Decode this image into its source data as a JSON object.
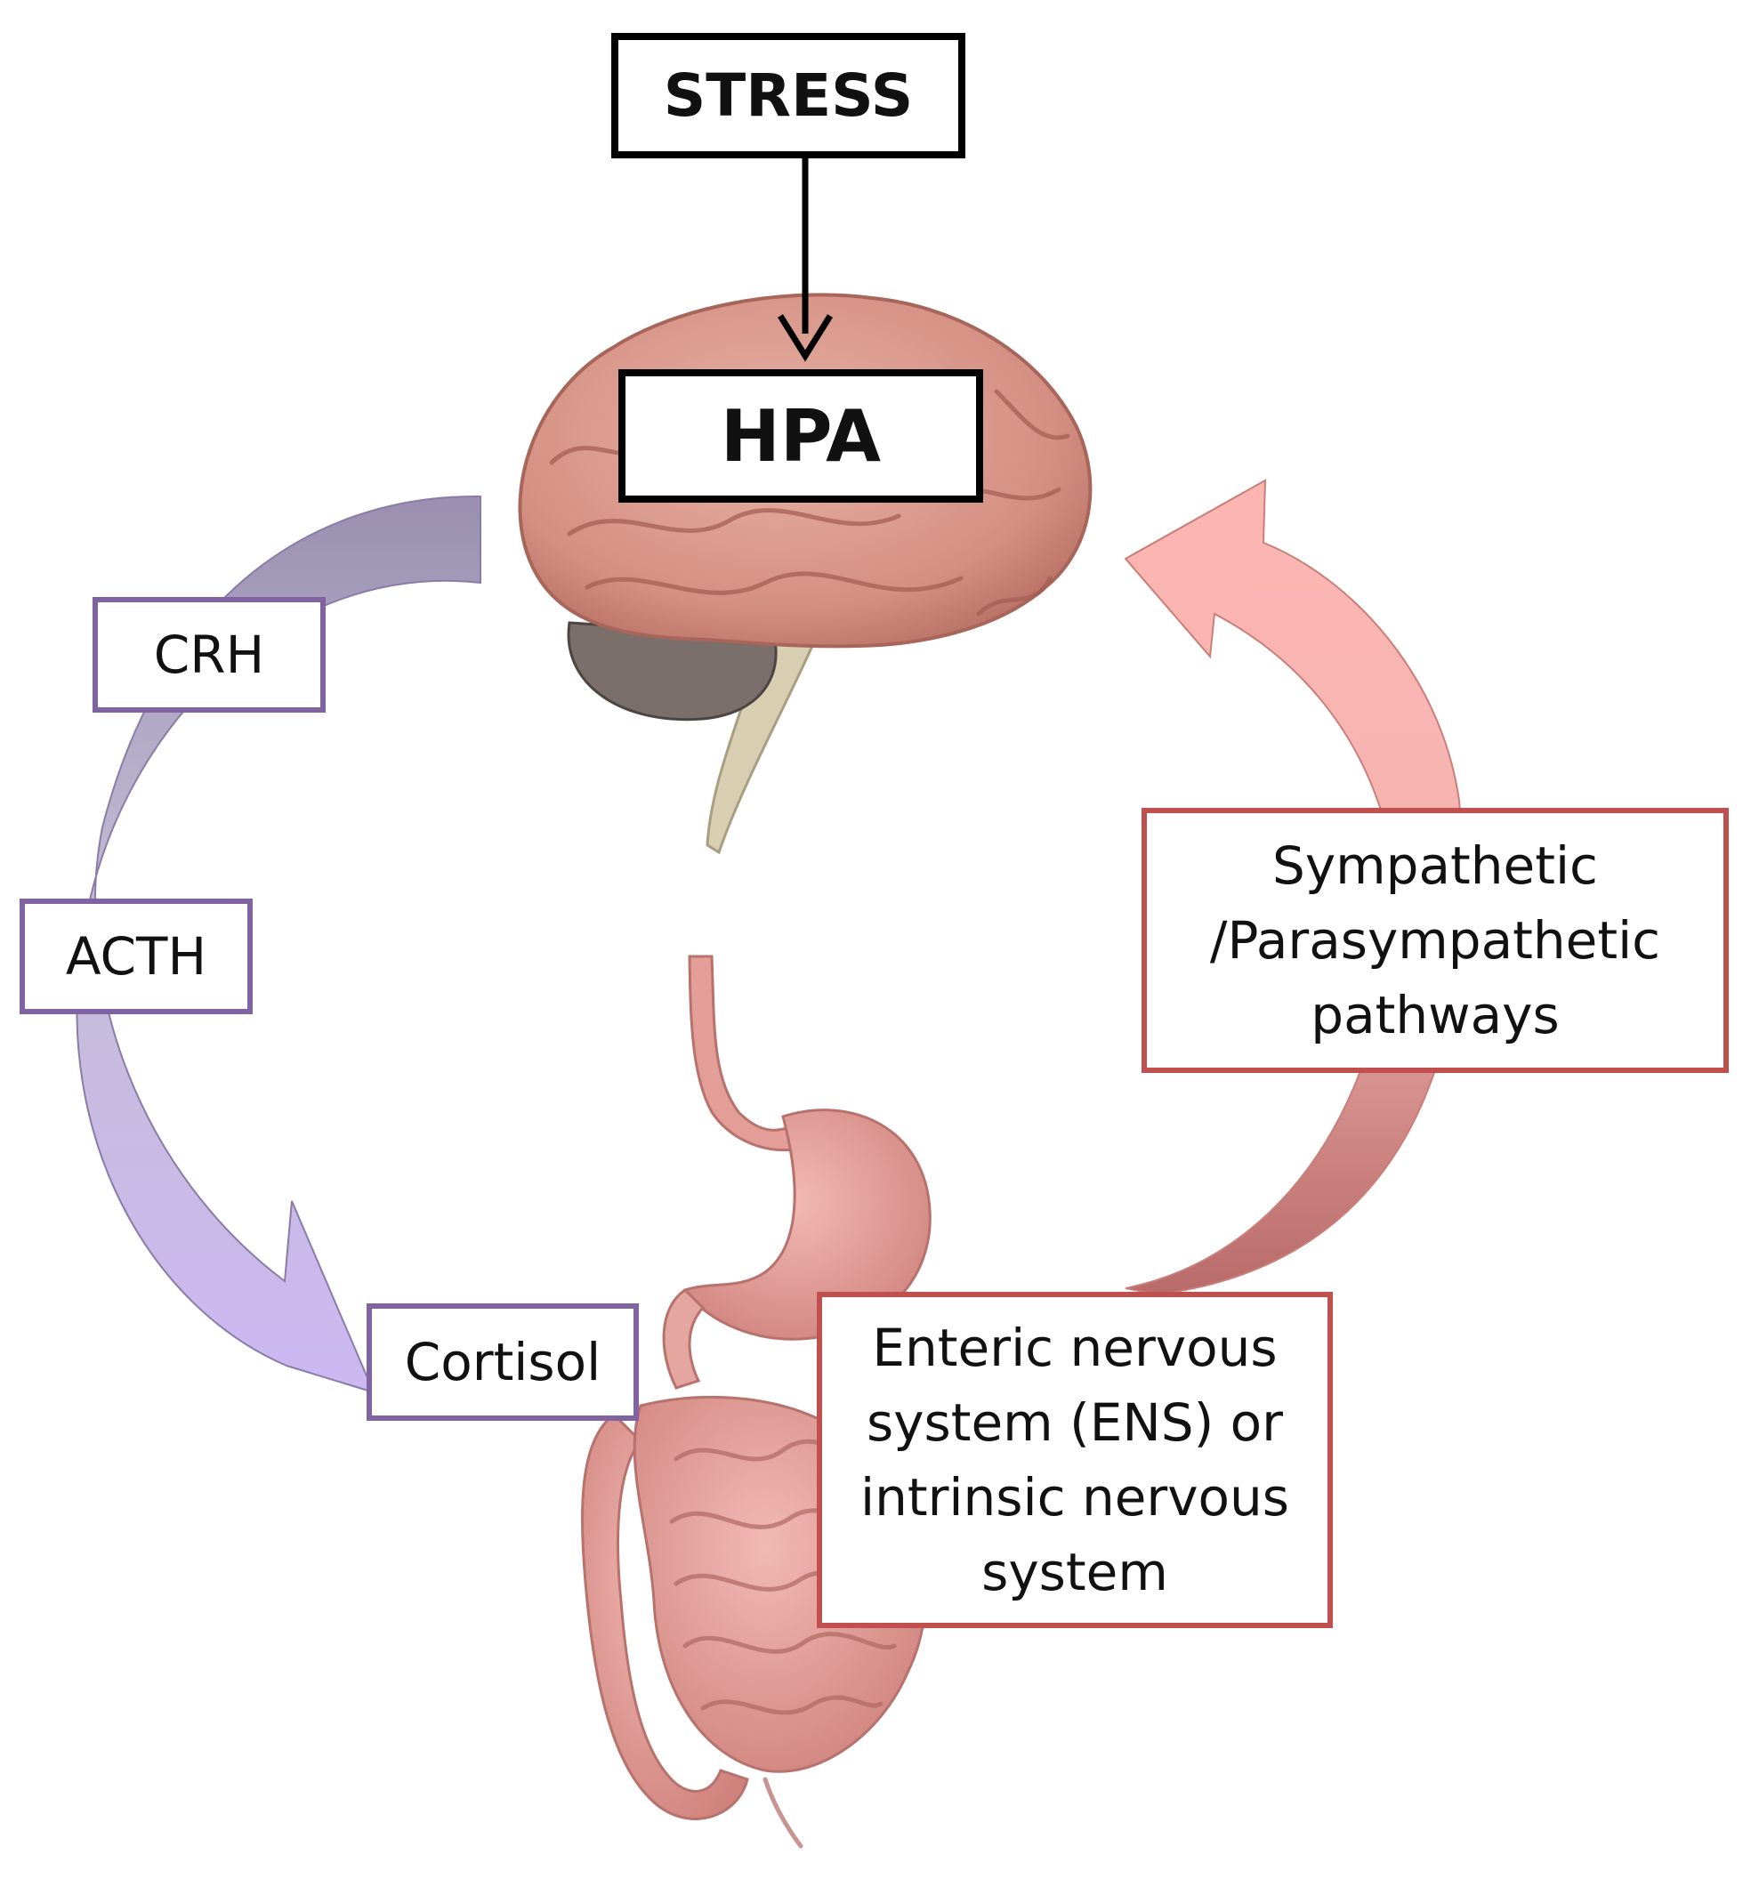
{
  "nodes": {
    "stress": "STRESS",
    "hpa": "HPA",
    "crh": "CRH",
    "acth": "ACTH",
    "cortisol": "Cortisol",
    "sympathetic": [
      "Sympathetic",
      "/Parasympathetic",
      "pathways"
    ],
    "ens": [
      "Enteric nervous",
      "system (ENS) or",
      "intrinsic nervous",
      "system"
    ]
  },
  "colors": {
    "purple_arrow": "#8064a2",
    "purple_arrow_light": "#d4c8ef",
    "red_arrow": "#c0504d",
    "red_arrow_light": "#fbb7b5",
    "brain": "#d99a8e",
    "gut": "#e8a4a0"
  },
  "icons": [
    "brain-illustration",
    "digestive-tract-illustration"
  ]
}
